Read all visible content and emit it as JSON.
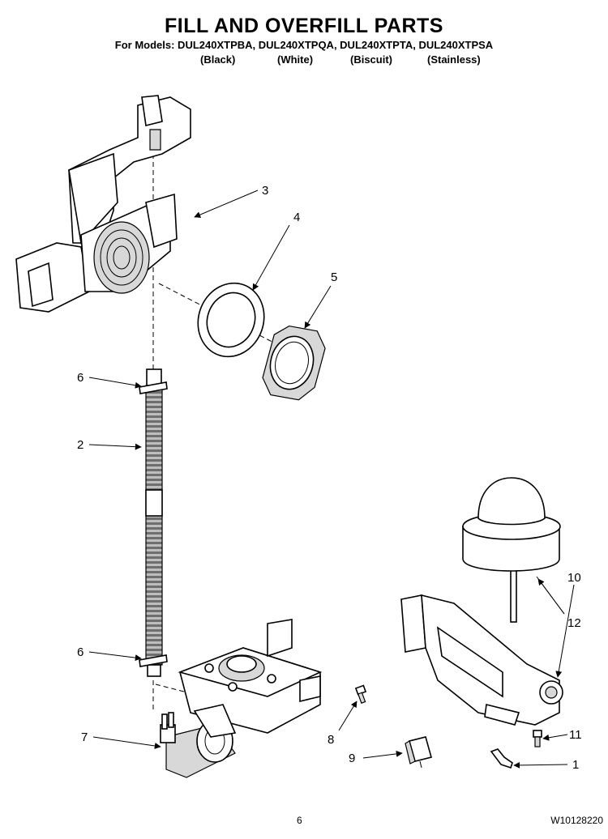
{
  "header": {
    "title": "FILL AND OVERFILL PARTS",
    "models_line": "For Models: DUL240XTPBA, DUL240XTPQA, DUL240XTPTA, DUL240XTPSA",
    "variants": [
      "(Black)",
      "(White)",
      "(Biscuit)",
      "(Stainless)"
    ]
  },
  "callouts": {
    "c1": "1",
    "c2": "2",
    "c3": "3",
    "c4": "4",
    "c5": "5",
    "c6a": "6",
    "c6b": "6",
    "c7": "7",
    "c8": "8",
    "c9": "9",
    "c10": "10",
    "c11": "11",
    "c12": "12"
  },
  "footer": {
    "page_number": "6",
    "doc_code": "W10128220"
  }
}
